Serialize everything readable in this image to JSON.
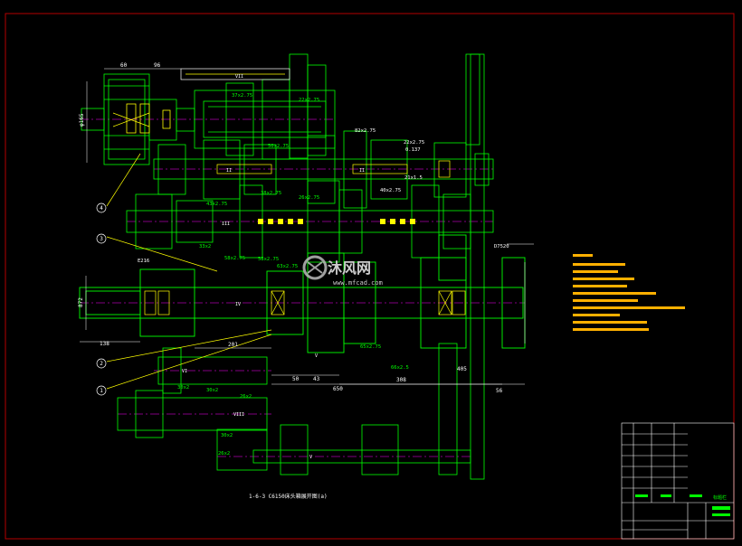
{
  "drawing": {
    "title": "1-6-3 C6150床头箱展开图(a)",
    "watermark_text": "沐风网",
    "watermark_url": "www.mfcad.com"
  },
  "colors": {
    "background": "#000000",
    "border": "#b40000",
    "line_green": "#00ff00",
    "line_yellow": "#ffff00",
    "line_white": "#ffffff",
    "line_cyan": "#00ffff",
    "line_magenta": "#ff00ff",
    "line_blue": "#3050ff",
    "note_orange": "#ffb000"
  },
  "dimensions": {
    "top_60": "60",
    "top_96": "96",
    "left_vertical": "φ165",
    "left_872": "872",
    "bottom_138": "138",
    "bottom_201": "201",
    "d50": "50",
    "d43": "43",
    "d650": "650",
    "d308": "308",
    "d56": "56",
    "d405": "405"
  },
  "gear_labels": {
    "g1": "37x2.75",
    "g2": "22x2.75",
    "g3": "82x2.75",
    "g4": "50x2.75",
    "g5": "22x2.75",
    "g6": "0.137",
    "g7": "21x1.5",
    "g8": "38x2.75",
    "g9": "26x2.75",
    "g10": "43x2.75",
    "g11": "33x2",
    "g12": "58x2.75",
    "g13": "58x2.75",
    "g14": "63x2.75",
    "g15": "65x2.75",
    "g16": "66x2.5",
    "g17": "30x2",
    "g18": "30x2",
    "g19": "26x2",
    "g20": "30x2",
    "g21": "26x2",
    "g22": "40x2.75",
    "g23": "D7520",
    "g24": "E216"
  },
  "shaft_labels": {
    "s1": "VII",
    "s2": "II",
    "s3": "II",
    "s4": "III",
    "s5": "IV",
    "s6": "VI",
    "s7": "VIII",
    "s8": "V",
    "s9": "V"
  },
  "callouts": {
    "c1": "4",
    "c2": "3",
    "c3": "2",
    "c4": "1"
  },
  "title_block": {
    "label": "标题栏"
  }
}
